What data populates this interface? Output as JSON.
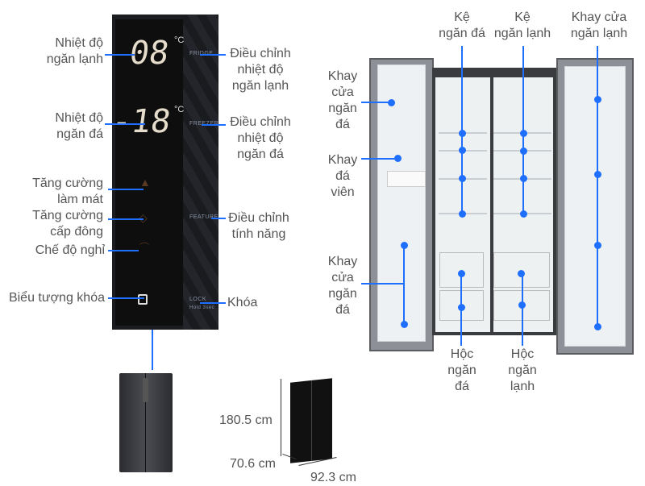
{
  "panel": {
    "fridge_temp": "08",
    "freezer_temp": "-18",
    "unit": "°C",
    "buttons": [
      "FRIDGE",
      "FREEZER",
      "FEATURE",
      "LOCK"
    ],
    "lock_sub": "Hold 3sec"
  },
  "left_labels": {
    "fridge_temp": [
      "Nhiệt độ",
      "ngăn lạnh"
    ],
    "freezer_temp": [
      "Nhiệt độ",
      "ngăn đá"
    ],
    "boost_cool": [
      "Tăng cường",
      "làm mát"
    ],
    "boost_freeze": [
      "Tăng cường",
      "cấp đông"
    ],
    "sleep": "Chế độ nghỉ",
    "lock_icon": "Biểu tượng khóa"
  },
  "right_labels": {
    "fridge_adj": [
      "Điều chỉnh",
      "nhiệt độ",
      "ngăn lạnh"
    ],
    "freezer_adj": [
      "Điều chỉnh",
      "nhiệt độ",
      "ngăn đá"
    ],
    "feature": [
      "Điều chỉnh",
      "tính năng"
    ],
    "lock": "Khóa"
  },
  "fridge_labels": {
    "freezer_shelf": [
      "Kệ",
      "ngăn đá"
    ],
    "fridge_shelf": [
      "Kệ",
      "ngăn lạnh"
    ],
    "fridge_door_tray": [
      "Khay cửa",
      "ngăn lạnh"
    ],
    "freezer_door_tray_top": [
      "Khay",
      "cửa",
      "ngăn",
      "đá"
    ],
    "ice_tray": [
      "Khay",
      "đá",
      "viên"
    ],
    "freezer_door_tray_bottom": [
      "Khay",
      "cửa",
      "ngăn",
      "đá"
    ],
    "freezer_drawer": [
      "Hộc",
      "ngăn",
      "đá"
    ],
    "fridge_drawer": [
      "Hộc",
      "ngăn",
      "lạnh"
    ]
  },
  "dimensions": {
    "height": "180.5 cm",
    "depth": "70.6 cm",
    "width": "92.3 cm"
  },
  "accent": "#1f6fff"
}
